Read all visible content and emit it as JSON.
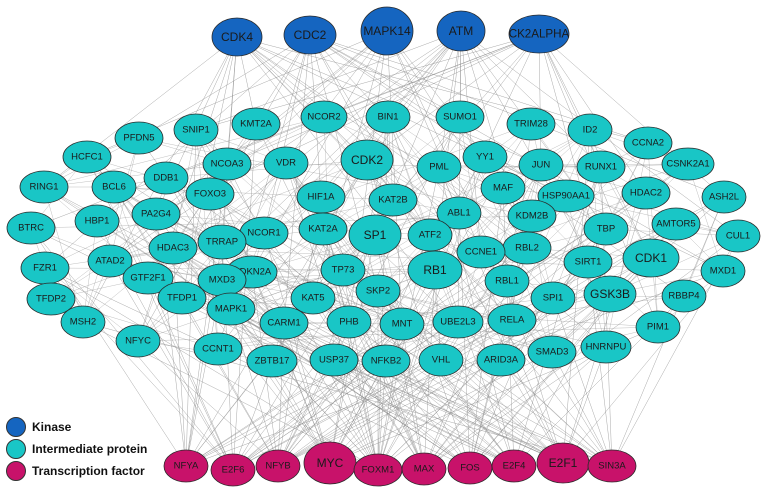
{
  "colors": {
    "kinase": "#1565c0",
    "intermediate": "#19c6c6",
    "transcription_factor": "#c8126a",
    "edge": "#8c8c8c",
    "stroke": "#2b2b2b"
  },
  "legend": [
    {
      "group": "kinase",
      "label": "Kinase"
    },
    {
      "group": "intermediate",
      "label": "Intermediate protein"
    },
    {
      "group": "transcription_factor",
      "label": "Transcription factor"
    }
  ],
  "nodes": [
    {
      "label": "CDK4",
      "group": "kinase"
    },
    {
      "label": "CDC2",
      "group": "kinase"
    },
    {
      "label": "MAPK14",
      "group": "kinase"
    },
    {
      "label": "ATM",
      "group": "kinase"
    },
    {
      "label": "CK2ALPHA",
      "group": "kinase"
    },
    {
      "label": "KMT2A",
      "group": "intermediate"
    },
    {
      "label": "NCOR2",
      "group": "intermediate"
    },
    {
      "label": "BIN1",
      "group": "intermediate"
    },
    {
      "label": "SUMO1",
      "group": "intermediate"
    },
    {
      "label": "TRIM28",
      "group": "intermediate"
    },
    {
      "label": "PFDN5",
      "group": "intermediate"
    },
    {
      "label": "SNIP1",
      "group": "intermediate"
    },
    {
      "label": "ID2",
      "group": "intermediate"
    },
    {
      "label": "CCNA2",
      "group": "intermediate"
    },
    {
      "label": "HCFC1",
      "group": "intermediate"
    },
    {
      "label": "DDB1",
      "group": "intermediate"
    },
    {
      "label": "NCOA3",
      "group": "intermediate"
    },
    {
      "label": "VDR",
      "group": "intermediate"
    },
    {
      "label": "CDK2",
      "group": "intermediate"
    },
    {
      "label": "PML",
      "group": "intermediate"
    },
    {
      "label": "YY1",
      "group": "intermediate"
    },
    {
      "label": "JUN",
      "group": "intermediate"
    },
    {
      "label": "RUNX1",
      "group": "intermediate"
    },
    {
      "label": "CSNK2A1",
      "group": "intermediate"
    },
    {
      "label": "RING1",
      "group": "intermediate"
    },
    {
      "label": "BCL6",
      "group": "intermediate"
    },
    {
      "label": "FOXO3",
      "group": "intermediate"
    },
    {
      "label": "HIF1A",
      "group": "intermediate"
    },
    {
      "label": "KAT2B",
      "group": "intermediate"
    },
    {
      "label": "MAF",
      "group": "intermediate"
    },
    {
      "label": "HSP90AA1",
      "group": "intermediate"
    },
    {
      "label": "HDAC2",
      "group": "intermediate"
    },
    {
      "label": "ASH2L",
      "group": "intermediate"
    },
    {
      "label": "BTRC",
      "group": "intermediate"
    },
    {
      "label": "HBP1",
      "group": "intermediate"
    },
    {
      "label": "PA2G4",
      "group": "intermediate"
    },
    {
      "label": "NCOR1",
      "group": "intermediate"
    },
    {
      "label": "ABL1",
      "group": "intermediate"
    },
    {
      "label": "KDM2B",
      "group": "intermediate"
    },
    {
      "label": "AMTOR5",
      "group": "intermediate"
    },
    {
      "label": "CUL1",
      "group": "intermediate"
    },
    {
      "label": "HDAC3",
      "group": "intermediate"
    },
    {
      "label": "TRRAP",
      "group": "intermediate"
    },
    {
      "label": "KAT2A",
      "group": "intermediate"
    },
    {
      "label": "SP1",
      "group": "intermediate"
    },
    {
      "label": "ATF2",
      "group": "intermediate"
    },
    {
      "label": "RBL2",
      "group": "intermediate"
    },
    {
      "label": "TBP",
      "group": "intermediate"
    },
    {
      "label": "CDK1",
      "group": "intermediate"
    },
    {
      "label": "FZR1",
      "group": "intermediate"
    },
    {
      "label": "ATAD2",
      "group": "intermediate"
    },
    {
      "label": "CDKN2A",
      "group": "intermediate"
    },
    {
      "label": "GTF2F1",
      "group": "intermediate"
    },
    {
      "label": "TP73",
      "group": "intermediate"
    },
    {
      "label": "RB1",
      "group": "intermediate"
    },
    {
      "label": "CCNE1",
      "group": "intermediate"
    },
    {
      "label": "SIRT1",
      "group": "intermediate"
    },
    {
      "label": "MXD1",
      "group": "intermediate"
    },
    {
      "label": "TFDP2",
      "group": "intermediate"
    },
    {
      "label": "MXD3",
      "group": "intermediate"
    },
    {
      "label": "TFDP1",
      "group": "intermediate"
    },
    {
      "label": "KAT5",
      "group": "intermediate"
    },
    {
      "label": "SKP2",
      "group": "intermediate"
    },
    {
      "label": "RBL1",
      "group": "intermediate"
    },
    {
      "label": "SPI1",
      "group": "intermediate"
    },
    {
      "label": "GSK3B",
      "group": "intermediate"
    },
    {
      "label": "RBBP4",
      "group": "intermediate"
    },
    {
      "label": "MSH2",
      "group": "intermediate"
    },
    {
      "label": "MAPK1",
      "group": "intermediate"
    },
    {
      "label": "CARM1",
      "group": "intermediate"
    },
    {
      "label": "PHB",
      "group": "intermediate"
    },
    {
      "label": "MNT",
      "group": "intermediate"
    },
    {
      "label": "UBE2L3",
      "group": "intermediate"
    },
    {
      "label": "RELA",
      "group": "intermediate"
    },
    {
      "label": "PIM1",
      "group": "intermediate"
    },
    {
      "label": "NFYC",
      "group": "intermediate"
    },
    {
      "label": "CCNT1",
      "group": "intermediate"
    },
    {
      "label": "ZBTB17",
      "group": "intermediate"
    },
    {
      "label": "USP37",
      "group": "intermediate"
    },
    {
      "label": "NFKB2",
      "group": "intermediate"
    },
    {
      "label": "VHL",
      "group": "intermediate"
    },
    {
      "label": "ARID3A",
      "group": "intermediate"
    },
    {
      "label": "SMAD3",
      "group": "intermediate"
    },
    {
      "label": "HNRNPU",
      "group": "intermediate"
    },
    {
      "label": "NFYA",
      "group": "transcription_factor"
    },
    {
      "label": "E2F6",
      "group": "transcription_factor"
    },
    {
      "label": "NFYB",
      "group": "transcription_factor"
    },
    {
      "label": "MYC",
      "group": "transcription_factor"
    },
    {
      "label": "FOXM1",
      "group": "transcription_factor"
    },
    {
      "label": "MAX",
      "group": "transcription_factor"
    },
    {
      "label": "FOS",
      "group": "transcription_factor"
    },
    {
      "label": "E2F4",
      "group": "transcription_factor"
    },
    {
      "label": "E2F1",
      "group": "transcription_factor"
    },
    {
      "label": "SIN3A",
      "group": "transcription_factor"
    }
  ]
}
